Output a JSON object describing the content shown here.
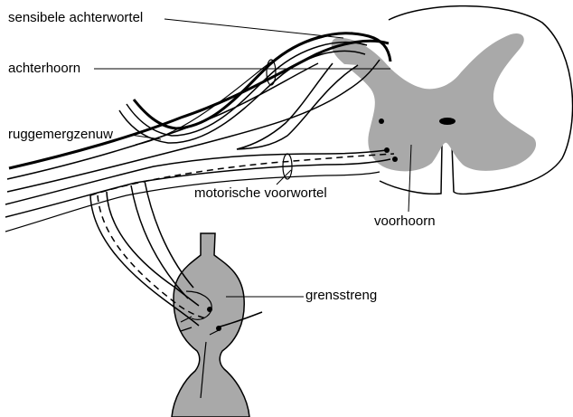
{
  "labels": {
    "sensory_root": "sensibele achterwortel",
    "dorsal_horn": "achterhoorn",
    "spinal_nerve": "ruggemergzenuw",
    "motor_root": "motorische voorwortel",
    "ventral_horn": "voorhoorn",
    "sympathetic_trunk": "grensstreng"
  },
  "colors": {
    "line": "#000000",
    "gray_matter": "#a9a9a9",
    "ganglion": "#a9a9a9",
    "background": "#ffffff"
  }
}
